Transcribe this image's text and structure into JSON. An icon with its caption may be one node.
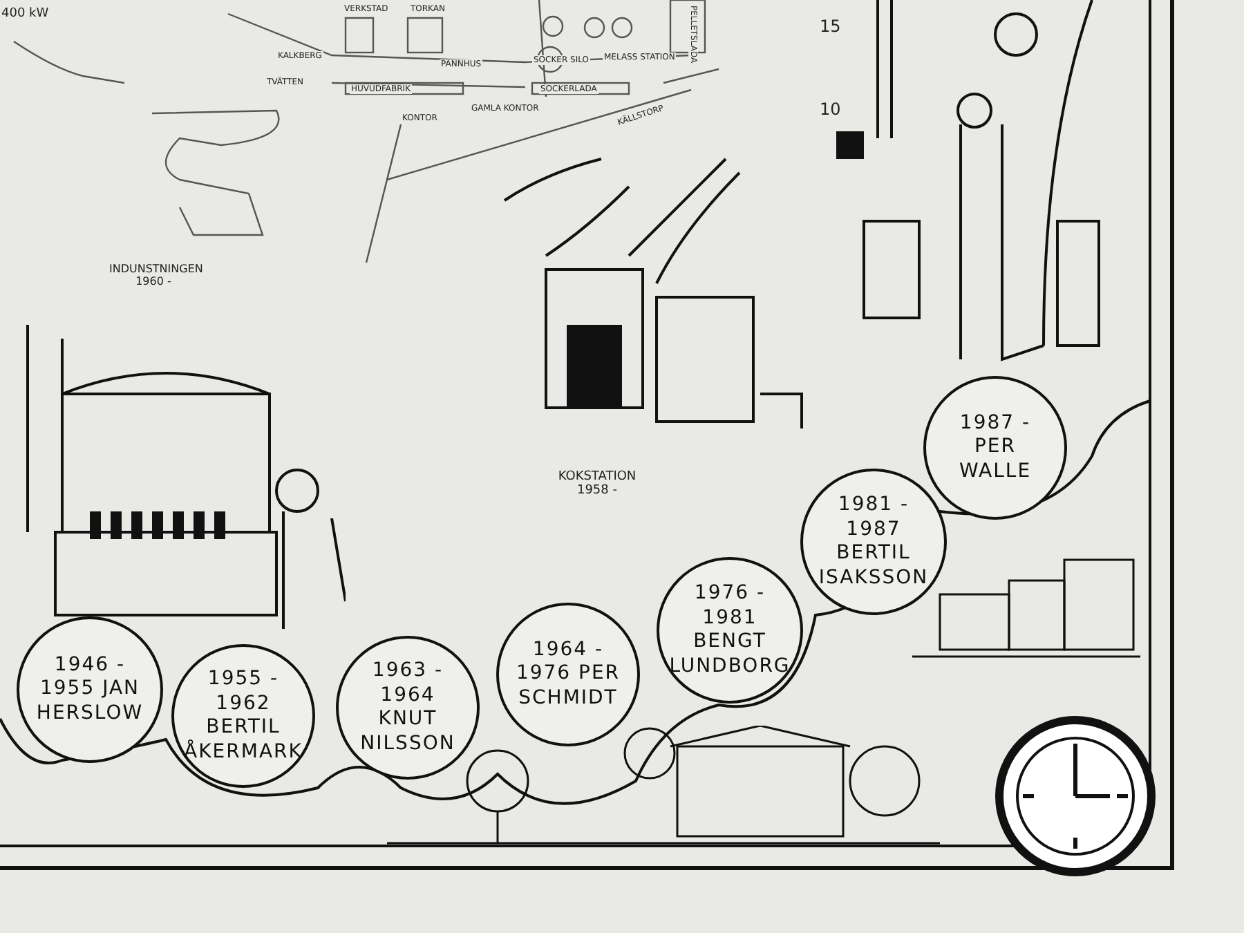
{
  "diagram": {
    "nodes": [
      {
        "text": [
          "1946 - 1955 JAN HERSLOW"
        ]
      },
      {
        "text": [
          "1955 - 1962 BERTIL ÅKERMARK"
        ]
      },
      {
        "text": [
          "1963 - 1964 KNUT NILSSON"
        ]
      },
      {
        "text": [
          "1964 - 1976 PER SCHMIDT"
        ]
      },
      {
        "text": [
          "1976 - 1981 BENGT LUNDBORG"
        ]
      },
      {
        "text": [
          "1981 - 1987 BERTIL ISAKSSON"
        ]
      },
      {
        "text": [
          "1987 - PER WALLE"
        ]
      }
    ],
    "edges": [],
    "labels": [
      "400 kW",
      "VERKSTAD",
      "TORKAN",
      "PANNHUS",
      "PELLETSLADA",
      "SOCKER SILO",
      "MELASS STATION",
      "KALKBERG",
      "TVÄTTEN",
      "HUVUDFABRIK",
      "SOCKERLADA",
      "KONTOR",
      "GAMLA KONTOR",
      "KÄLLSTORP",
      "15",
      "10",
      "INDUNSTNINGEN 1960 -",
      "KOKSTATION 1958 -"
    ]
  }
}
